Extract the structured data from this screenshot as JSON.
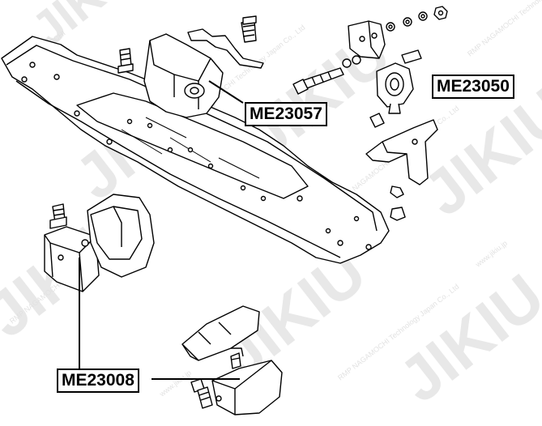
{
  "callouts": [
    {
      "id": "callout-1",
      "label": "ME23057"
    },
    {
      "id": "callout-2",
      "label": "ME23050"
    },
    {
      "id": "callout-3",
      "label": "ME23008"
    }
  ],
  "watermark": {
    "brand": "JIKIU",
    "company": "RMP NAGAMOCHI Technology Japan Co., Ltd",
    "website": "www.jikiu.jp",
    "color": "#cfcfcf"
  },
  "colors": {
    "line": "#000000",
    "part_fill": "#ffffff",
    "background": "#ffffff"
  }
}
